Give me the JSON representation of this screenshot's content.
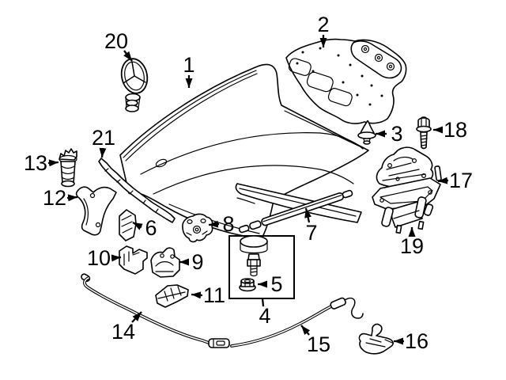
{
  "colors": {
    "background": "#ffffff",
    "line": "#000000"
  },
  "callouts": [
    {
      "num": "1"
    },
    {
      "num": "2"
    },
    {
      "num": "3"
    },
    {
      "num": "4"
    },
    {
      "num": "5"
    },
    {
      "num": "6"
    },
    {
      "num": "7"
    },
    {
      "num": "8"
    },
    {
      "num": "9"
    },
    {
      "num": "10"
    },
    {
      "num": "11"
    },
    {
      "num": "12"
    },
    {
      "num": "13"
    },
    {
      "num": "14"
    },
    {
      "num": "15"
    },
    {
      "num": "16"
    },
    {
      "num": "17"
    },
    {
      "num": "18"
    },
    {
      "num": "19"
    },
    {
      "num": "20"
    },
    {
      "num": "21"
    }
  ]
}
